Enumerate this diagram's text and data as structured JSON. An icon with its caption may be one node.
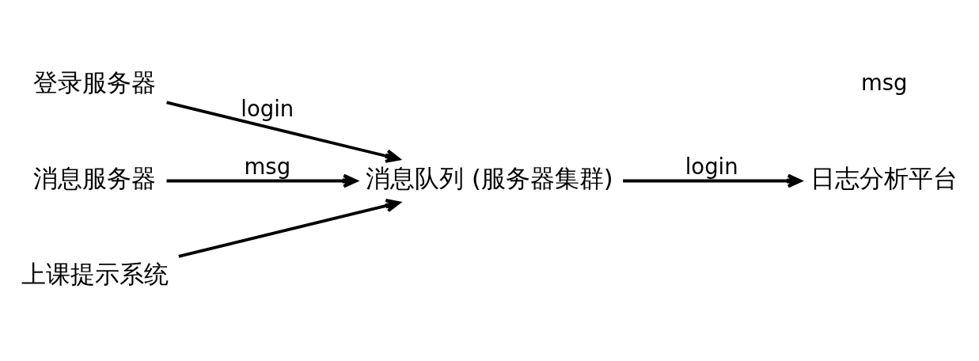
{
  "diagram": {
    "nodes": [
      {
        "text": [
          "登录服务器"
        ]
      },
      {
        "text": [
          "消息服务器"
        ]
      },
      {
        "text": [
          "上课提示系统"
        ]
      },
      {
        "text": [
          "消息队列 (服务器集群)"
        ]
      },
      {
        "text": [
          "日志分析平台"
        ]
      }
    ],
    "edges": [
      {
        "from": 0,
        "to": 3,
        "arrow": "to",
        "label": "login"
      },
      {
        "from": 1,
        "to": 3,
        "arrow": "to",
        "label": "msg"
      },
      {
        "from": 2,
        "to": 3,
        "arrow": "to"
      },
      {
        "from": 3,
        "to": 4,
        "arrow": "to",
        "label": "login"
      }
    ],
    "labels": [
      "msg"
    ]
  }
}
